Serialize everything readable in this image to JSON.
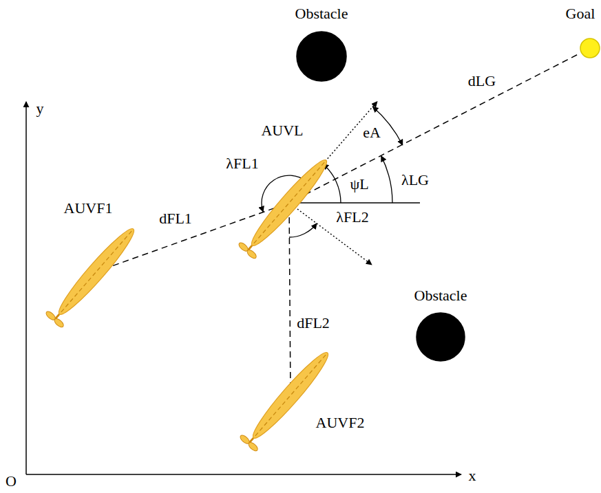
{
  "diagram": {
    "nodes": [
      {
        "text": [
          "Obstacle"
        ]
      },
      {
        "text": [
          "Goal"
        ]
      },
      {
        "text": [
          "AUVL"
        ]
      },
      {
        "text": [
          "AUVF1"
        ]
      },
      {
        "text": [
          "Obstacle"
        ]
      },
      {
        "text": [
          "AUVF2"
        ]
      }
    ],
    "edges": [
      {
        "from": 2,
        "to": 1,
        "label": "dLG",
        "arrow": "none"
      },
      {
        "from": 3,
        "to": 2,
        "label": "dFL1",
        "arrow": "none"
      },
      {
        "from": 5,
        "to": 2,
        "label": "dFL2",
        "arrow": "none"
      }
    ],
    "labels": [
      "y",
      "x",
      "O",
      "ψL",
      "eA",
      "λLG",
      "λFL1",
      "λFL2"
    ]
  }
}
